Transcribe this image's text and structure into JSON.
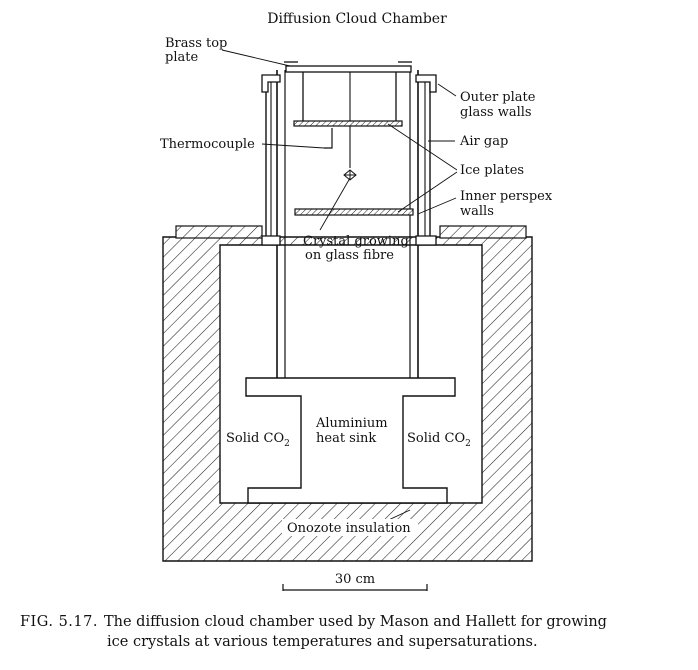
{
  "diagram": {
    "title": "Diffusion Cloud Chamber",
    "labels": {
      "brass_top_plate_1": "Brass top",
      "brass_top_plate_2": "plate",
      "outer_plate_1": "Outer plate",
      "outer_plate_2": "glass walls",
      "air_gap": "Air gap",
      "thermocouple": "Thermocouple",
      "ice_plates": "Ice plates",
      "inner_perspex_1": "Inner perspex",
      "inner_perspex_2": "walls",
      "crystal_1": "Crystal growing",
      "crystal_2": "on glass fibre",
      "solid_co2_left": "Solid CO",
      "solid_co2_left_sub": "2",
      "aluminium_1": "Aluminium",
      "aluminium_2": "heat sink",
      "solid_co2_right": "Solid CO",
      "solid_co2_right_sub": "2",
      "insulation": "Onozote insulation",
      "scale": "30 cm"
    }
  },
  "caption": {
    "fig": "FIG. 5.17.",
    "line1": "The diffusion cloud chamber used by Mason and Hallett for growing",
    "line2": "ice crystals at various temperatures and supersaturations."
  }
}
